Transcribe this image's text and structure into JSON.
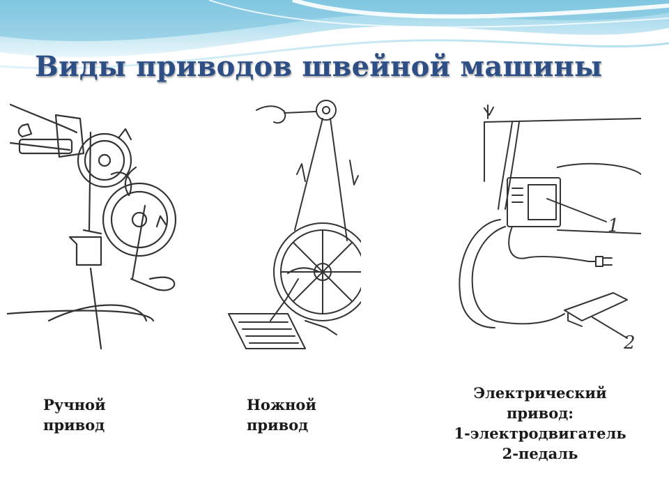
{
  "slide": {
    "title": "Виды приводов швейной машины"
  },
  "figures": {
    "hand": {
      "icon": "hand-drive-illustration"
    },
    "foot": {
      "icon": "foot-treadle-drive-illustration"
    },
    "electric": {
      "icon": "electric-drive-illustration",
      "label_1": "1",
      "label_2": "2"
    }
  },
  "captions": {
    "hand": {
      "line1": "Ручной",
      "line2": "привод"
    },
    "foot": {
      "line1": "Ножной",
      "line2": "привод"
    },
    "electric": {
      "line1": "Электрический",
      "line2": "привод:",
      "line3": "1-электродвигатель",
      "line4": "2-педаль"
    }
  },
  "colors": {
    "title": "#2d4f86",
    "wave_light": "#bfe3f2",
    "wave_dark": "#7cc4de",
    "line_art": "#333333"
  }
}
